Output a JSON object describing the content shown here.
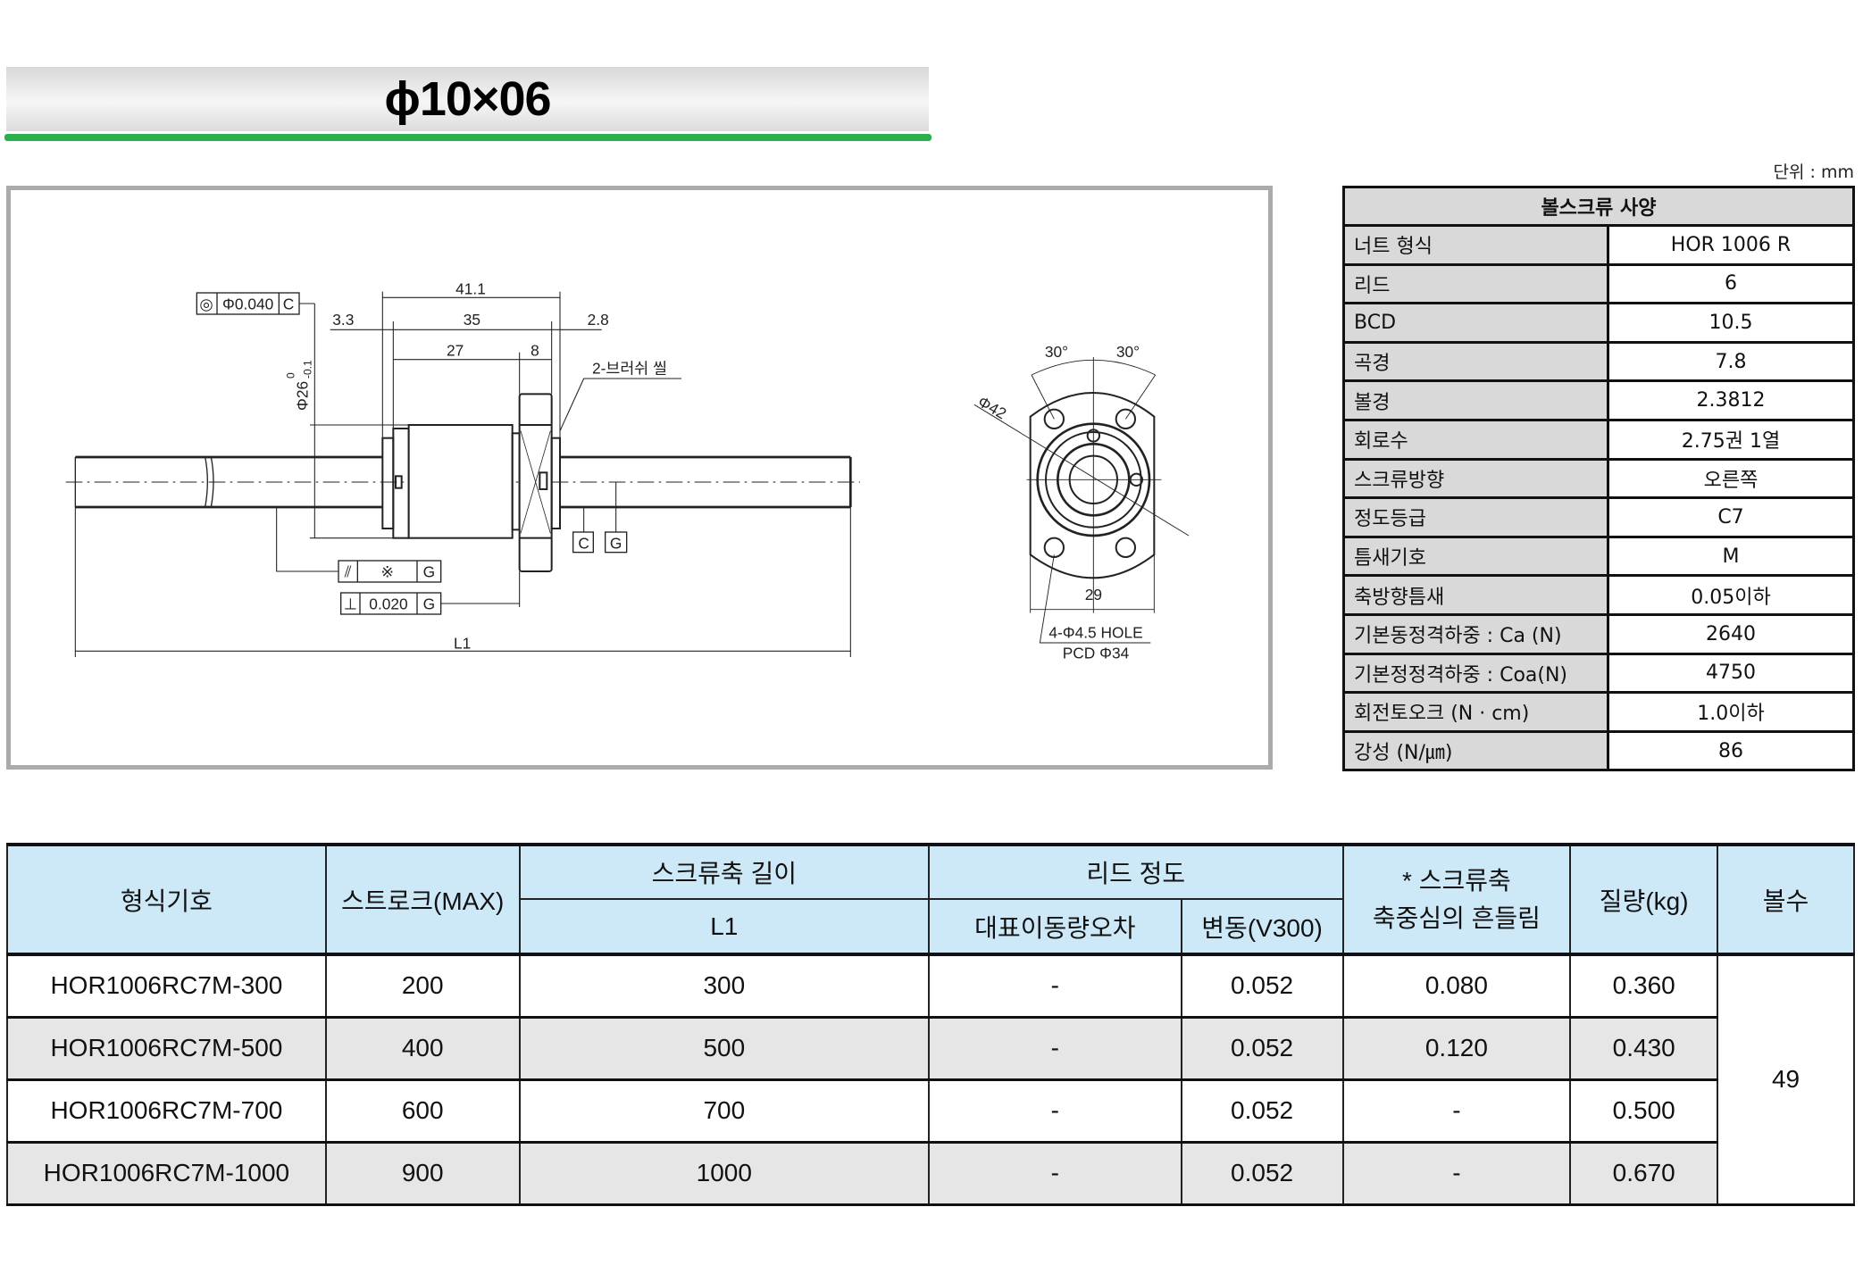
{
  "title": "ϕ10×06",
  "unit_label": "단위 : mm",
  "drawing": {
    "dims": {
      "d41": "41.1",
      "d33": "3.3",
      "d35": "35",
      "d28": "2.8",
      "d27": "27",
      "d8": "8",
      "dia26": "Φ26",
      "tol_up": "0",
      "tol_dn": "-0.1",
      "l1": "L1"
    },
    "gdt_runout": {
      "symbol": "◎",
      "value": "Φ0.040",
      "datum": "C"
    },
    "gdt_parallel": {
      "symbol": "⫽",
      "value": "※",
      "datum": "G"
    },
    "gdt_perp": {
      "symbol": "⊥",
      "value": "0.020",
      "datum": "G"
    },
    "datum_c": "C",
    "datum_g": "G",
    "brush_seal": "2-브러쉬 씰",
    "end_view": {
      "angle1": "30°",
      "angle2": "30°",
      "dia42": "Φ42",
      "width": "29",
      "hole": "4-Φ4.5 HOLE",
      "pcd": "PCD Φ34"
    }
  },
  "spec": {
    "title": "볼스크류 사양",
    "rows": [
      {
        "k": "너트 형식",
        "v": "HOR 1006 R"
      },
      {
        "k": "리드",
        "v": "6"
      },
      {
        "k": "BCD",
        "v": "10.5"
      },
      {
        "k": "곡경",
        "v": "7.8"
      },
      {
        "k": "볼경",
        "v": "2.3812"
      },
      {
        "k": "회로수",
        "v": "2.75권 1열"
      },
      {
        "k": "스크류방향",
        "v": "오른쪽"
      },
      {
        "k": "정도등급",
        "v": "C7"
      },
      {
        "k": "틈새기호",
        "v": "M"
      },
      {
        "k": "축방향틈새",
        "v": "0.05이하"
      },
      {
        "k": "기본동정격하중 : Ca (N)",
        "v": "2640"
      },
      {
        "k": "기본정정격하중 : Coa(N)",
        "v": "4750"
      },
      {
        "k": "회전토오크 (N · cm)",
        "v": "1.0이하"
      },
      {
        "k": "강성 (N/㎛)",
        "v": "86"
      }
    ]
  },
  "table": {
    "headers": {
      "model": "형식기호",
      "stroke": "스트로크(MAX)",
      "length": "스크류축 길이",
      "l1": "L1",
      "lead_acc": "리드 정도",
      "rep": "대표이동량오차",
      "var": "변동(V300)",
      "runout1": "* 스크류축",
      "runout2": "축중심의 흔들림",
      "mass": "질량(kg)",
      "bolts": "볼수"
    },
    "rows": [
      {
        "model": "HOR1006RC7M-300",
        "stroke": "200",
        "l1": "300",
        "rep": "-",
        "var": "0.052",
        "runout": "0.080",
        "mass": "0.360"
      },
      {
        "model": "HOR1006RC7M-500",
        "stroke": "400",
        "l1": "500",
        "rep": "-",
        "var": "0.052",
        "runout": "0.120",
        "mass": "0.430"
      },
      {
        "model": "HOR1006RC7M-700",
        "stroke": "600",
        "l1": "700",
        "rep": "-",
        "var": "0.052",
        "runout": "-",
        "mass": "0.500"
      },
      {
        "model": "HOR1006RC7M-1000",
        "stroke": "900",
        "l1": "1000",
        "rep": "-",
        "var": "0.052",
        "runout": "-",
        "mass": "0.670"
      }
    ],
    "bolts": "49"
  }
}
